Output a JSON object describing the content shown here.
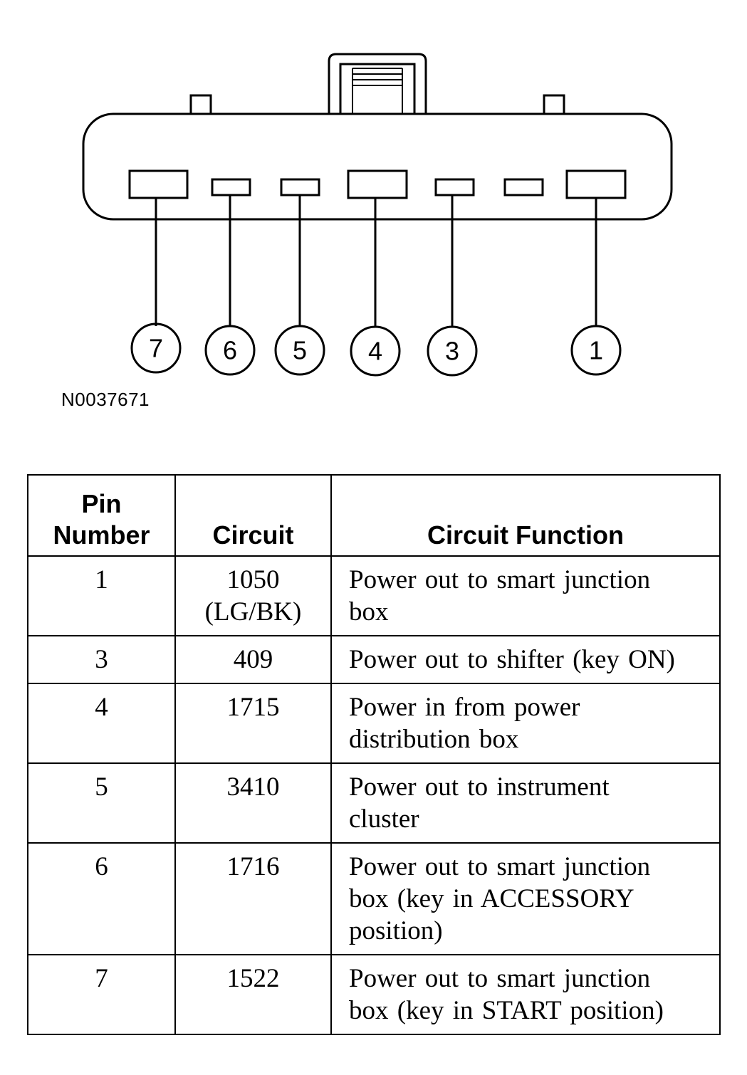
{
  "diagram": {
    "figure_id": "N0037671",
    "pin_callouts": [
      "7",
      "6",
      "5",
      "4",
      "3",
      "1"
    ]
  },
  "table": {
    "headers": {
      "pin": "Pin\nNumber",
      "circuit": "Circuit",
      "function": "Circuit Function"
    },
    "rows": [
      {
        "pin": "1",
        "circuit": "1050\n(LG/BK)",
        "function": "Power out to smart junction\nbox"
      },
      {
        "pin": "3",
        "circuit": "409",
        "function": "Power out to shifter (key ON)"
      },
      {
        "pin": "4",
        "circuit": "1715",
        "function": "Power in from power\ndistribution box"
      },
      {
        "pin": "5",
        "circuit": "3410",
        "function": "Power out to instrument\ncluster"
      },
      {
        "pin": "6",
        "circuit": "1716",
        "function": "Power out to smart junction\nbox (key in ACCESSORY\nposition)"
      },
      {
        "pin": "7",
        "circuit": "1522",
        "function": "Power out to smart junction\nbox (key in START position)"
      }
    ]
  }
}
